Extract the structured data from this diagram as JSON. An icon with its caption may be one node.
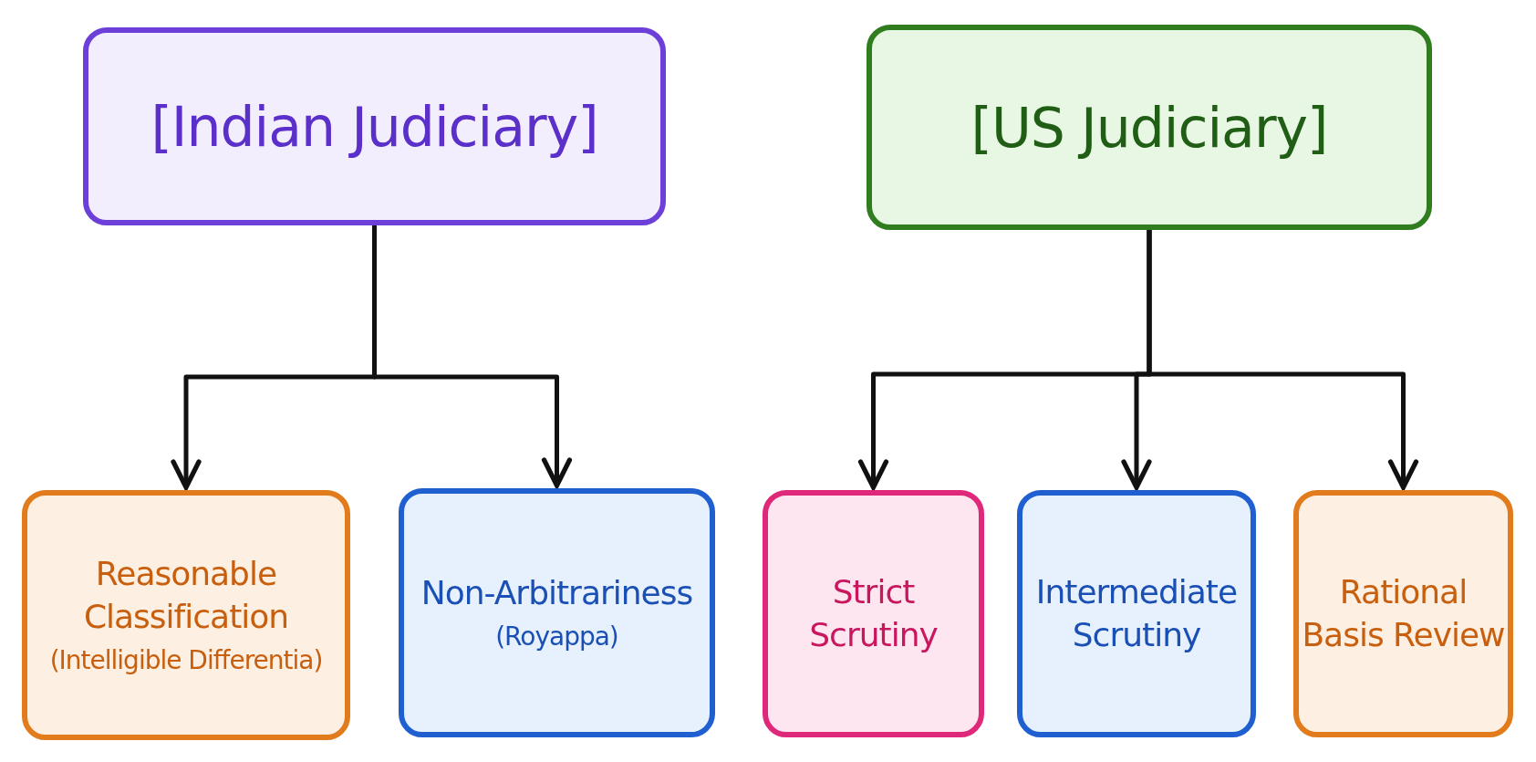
{
  "diagram": {
    "nodes": [
      {
        "text": [
          "[Indian Judiciary]"
        ]
      },
      {
        "text": [
          "[US Judiciary]"
        ]
      },
      {
        "text": [
          "Reasonable Classification",
          "(Intelligible Differentia)"
        ]
      },
      {
        "text": [
          "Non-Arbitrariness",
          "(Royappa)"
        ]
      },
      {
        "text": [
          "Strict Scrutiny"
        ]
      },
      {
        "text": [
          "Intermediate Scrutiny"
        ]
      },
      {
        "text": [
          "Rational Basis Review"
        ]
      }
    ],
    "edges": [
      {
        "from": 0,
        "to": 2,
        "arrow": "to"
      },
      {
        "from": 0,
        "to": 3,
        "arrow": "to"
      },
      {
        "from": 1,
        "to": 4,
        "arrow": "to"
      },
      {
        "from": 1,
        "to": 5,
        "arrow": "to"
      },
      {
        "from": 1,
        "to": 6,
        "arrow": "to"
      }
    ]
  }
}
